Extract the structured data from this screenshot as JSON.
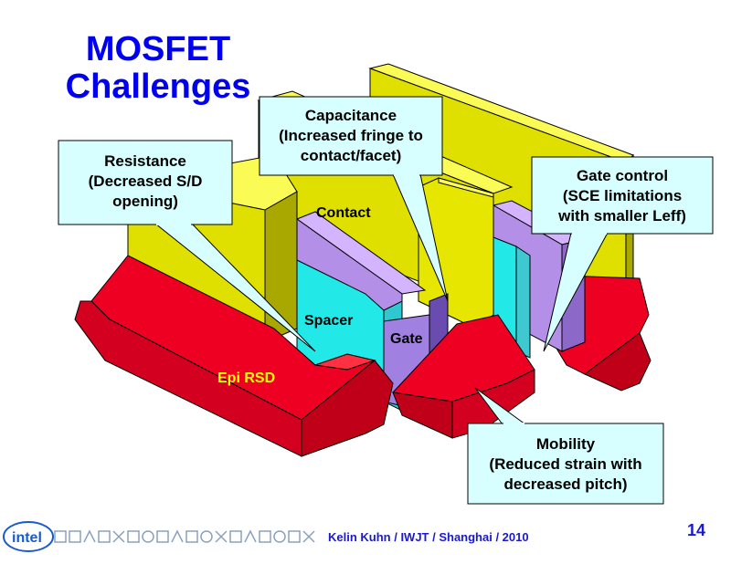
{
  "slide": {
    "title_line1": "MOSFET",
    "title_line2": "Challenges",
    "footer": "Kelin Kuhn / IWJT / Shanghai / 2010",
    "page_number": "14",
    "logo_text": "intel"
  },
  "labels": {
    "contact": "Contact",
    "spacer": "Spacer",
    "gate": "Gate",
    "epi_rsd": "Epi RSD"
  },
  "callouts": {
    "resistance": [
      "Resistance",
      "(Decreased S/D",
      "opening)"
    ],
    "capacitance": [
      "Capacitance",
      "(Increased fringe to",
      "contact/facet)"
    ],
    "gate_control": [
      "Gate control",
      "(SCE limitations",
      "with smaller Leff)"
    ],
    "mobility": [
      "Mobility",
      "(Reduced strain with",
      "decreased pitch)"
    ]
  },
  "colors": {
    "title": "#0000ee",
    "contact_yellow": "#e6e600",
    "epi_red": "#ee0022",
    "spacer_cyan": "#22e8e8",
    "gate_purple": "#b48fe8",
    "callout_fill": "#d8ffff",
    "epi_label": "#ffff00"
  }
}
